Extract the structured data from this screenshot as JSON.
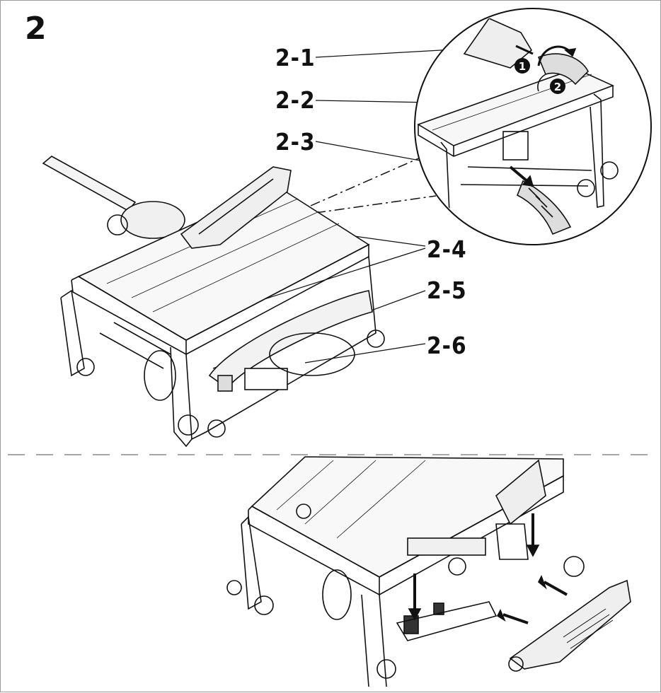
{
  "figure": {
    "number": "2"
  },
  "callouts": [
    {
      "id": "2-1",
      "label": "2-1"
    },
    {
      "id": "2-2",
      "label": "2-2"
    },
    {
      "id": "2-3",
      "label": "2-3"
    },
    {
      "id": "2-4",
      "label": "2-4"
    },
    {
      "id": "2-5",
      "label": "2-5"
    },
    {
      "id": "2-6",
      "label": "2-6"
    }
  ],
  "detail_steps": [
    {
      "label": "1"
    },
    {
      "label": "2"
    }
  ],
  "colors": {
    "line": "#111111",
    "panel_border": "#9a9a9a",
    "divider": "#8a8a8a"
  }
}
